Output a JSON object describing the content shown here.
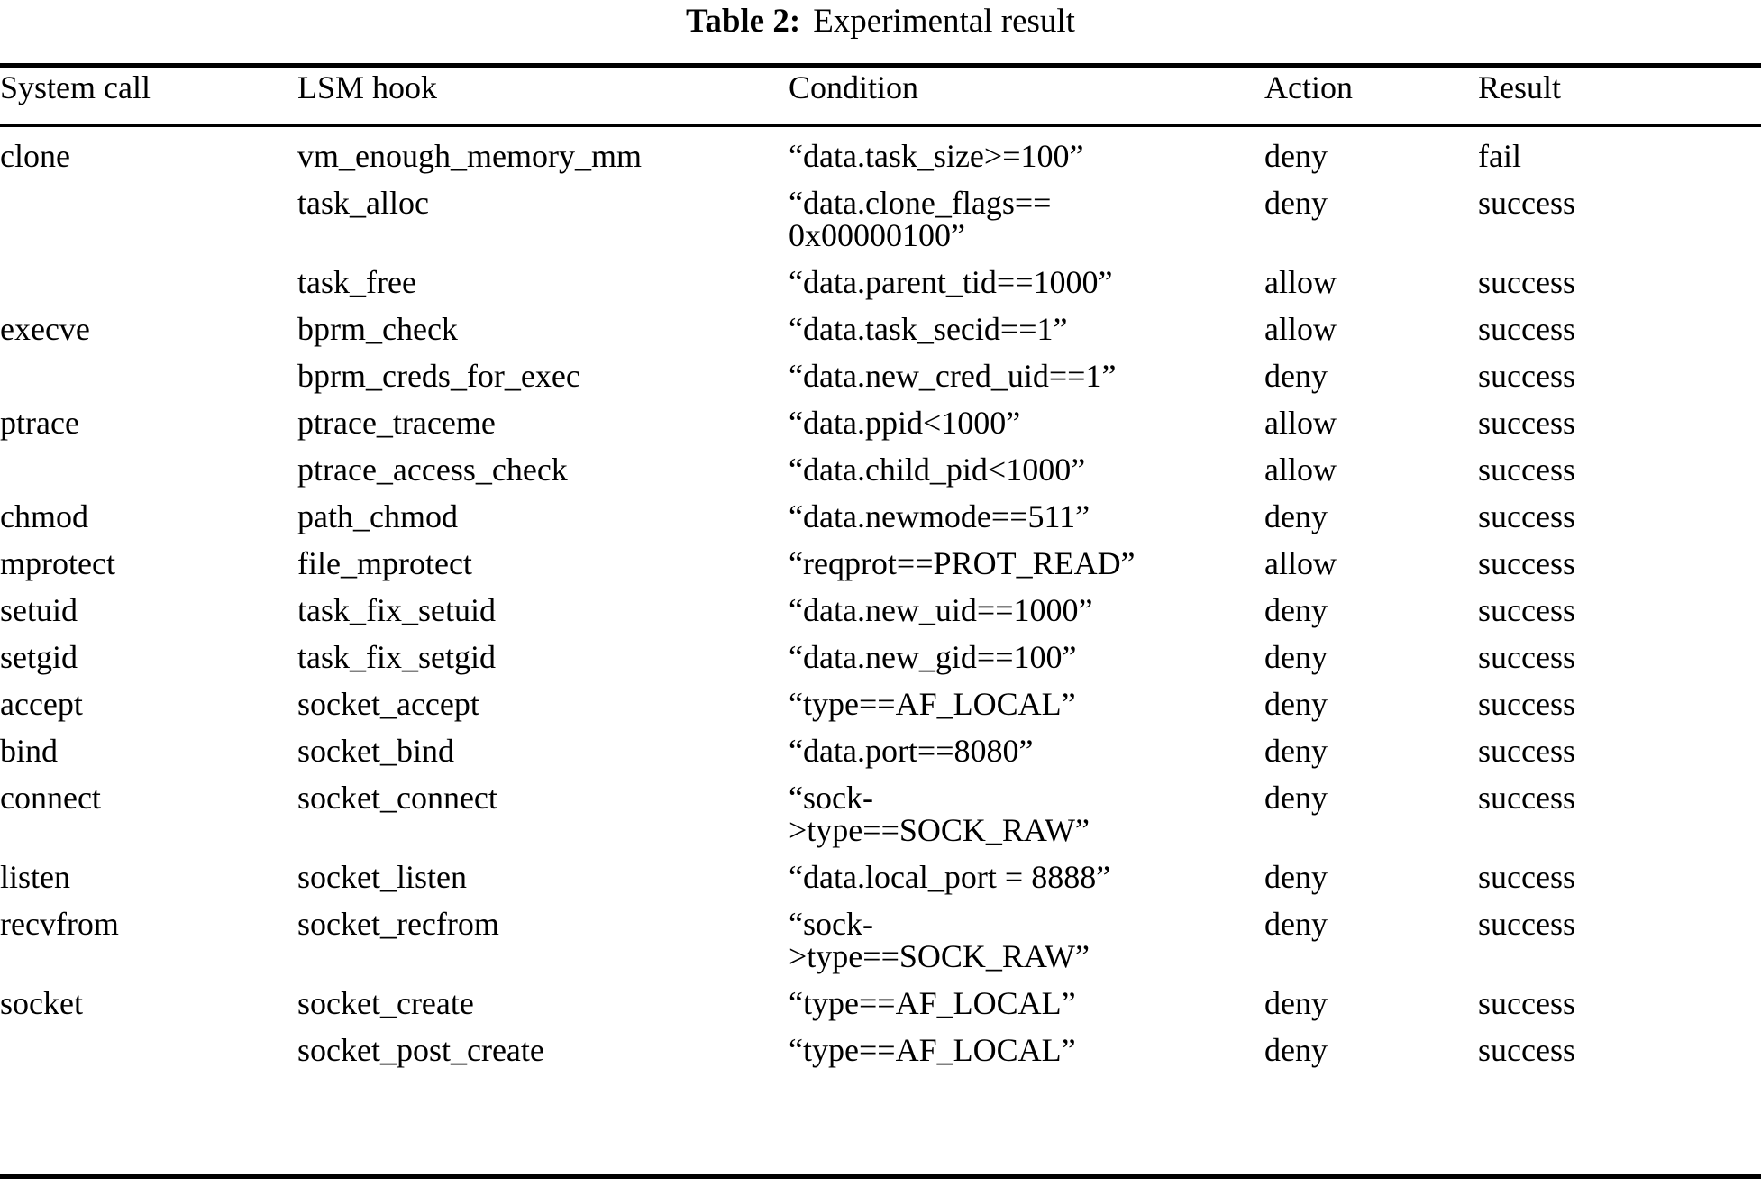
{
  "caption": {
    "label": "Table 2:",
    "text": "Experimental result"
  },
  "table": {
    "columns": [
      "System call",
      "LSM hook",
      "Condition",
      "Action",
      "Result"
    ],
    "rows": [
      {
        "system_call": "clone",
        "lsm_hook": "vm_enough_memory_mm",
        "condition": "“data.task_size>=100”",
        "action": "deny",
        "result": "fail"
      },
      {
        "system_call": "",
        "lsm_hook": "task_alloc",
        "condition": "“data.clone_flags==\n0x00000100”",
        "action": "deny",
        "result": "success"
      },
      {
        "system_call": "",
        "lsm_hook": "task_free",
        "condition": "“data.parent_tid==1000”",
        "action": "allow",
        "result": "success"
      },
      {
        "system_call": "execve",
        "lsm_hook": "bprm_check",
        "condition": "“data.task_secid==1”",
        "action": "allow",
        "result": "success"
      },
      {
        "system_call": "",
        "lsm_hook": "bprm_creds_for_exec",
        "condition": "“data.new_cred_uid==1”",
        "action": "deny",
        "result": "success"
      },
      {
        "system_call": "ptrace",
        "lsm_hook": "ptrace_traceme",
        "condition": "“data.ppid<1000”",
        "action": "allow",
        "result": "success"
      },
      {
        "system_call": "",
        "lsm_hook": "ptrace_access_check",
        "condition": "“data.child_pid<1000”",
        "action": "allow",
        "result": "success"
      },
      {
        "system_call": "chmod",
        "lsm_hook": "path_chmod",
        "condition": "“data.newmode==511”",
        "action": "deny",
        "result": "success"
      },
      {
        "system_call": "mprotect",
        "lsm_hook": "file_mprotect",
        "condition": "“reqprot==PROT_READ”",
        "action": "allow",
        "result": "success"
      },
      {
        "system_call": "setuid",
        "lsm_hook": "task_fix_setuid",
        "condition": "“data.new_uid==1000”",
        "action": "deny",
        "result": "success"
      },
      {
        "system_call": "setgid",
        "lsm_hook": "task_fix_setgid",
        "condition": "“data.new_gid==100”",
        "action": "deny",
        "result": "success"
      },
      {
        "system_call": "accept",
        "lsm_hook": "socket_accept",
        "condition": "“type==AF_LOCAL”",
        "action": "deny",
        "result": "success"
      },
      {
        "system_call": "bind",
        "lsm_hook": "socket_bind",
        "condition": "“data.port==8080”",
        "action": "deny",
        "result": "success"
      },
      {
        "system_call": "connect",
        "lsm_hook": "socket_connect",
        "condition": "“sock-\n>type==SOCK_RAW”",
        "action": "deny",
        "result": "success"
      },
      {
        "system_call": "listen",
        "lsm_hook": "socket_listen",
        "condition": "“data.local_port = 8888”",
        "action": "deny",
        "result": "success"
      },
      {
        "system_call": "recvfrom",
        "lsm_hook": "socket_recfrom",
        "condition": "“sock-\n>type==SOCK_RAW”",
        "action": "deny",
        "result": "success"
      },
      {
        "system_call": "socket",
        "lsm_hook": "socket_create",
        "condition": "“type==AF_LOCAL”",
        "action": "deny",
        "result": "success"
      },
      {
        "system_call": "",
        "lsm_hook": "socket_post_create",
        "condition": "“type==AF_LOCAL”",
        "action": "deny",
        "result": "success"
      }
    ]
  }
}
